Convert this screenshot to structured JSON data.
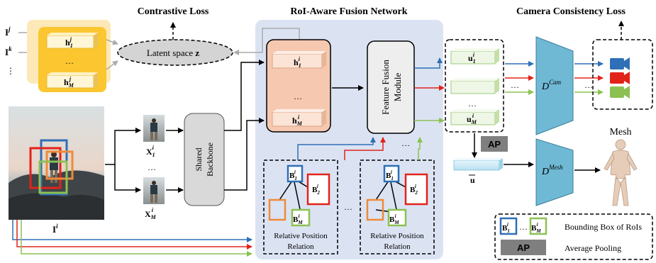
{
  "titles": {
    "contrastive_loss": "Contrastive Loss",
    "roi_fusion": "RoI-Aware Fusion Network",
    "camera_consistency": "Camera Consistency Loss",
    "mesh": "Mesh"
  },
  "inputs": {
    "ij": "I",
    "ij_sup": "j",
    "ik": "I",
    "ik_sup": "k",
    "vdots": "⋮",
    "ii": "I",
    "ii_sup": "i"
  },
  "latent": {
    "label": "Latent space ",
    "z": "z"
  },
  "features_left": {
    "h1": "h",
    "h1_sub": "1",
    "h1_sup": "j",
    "dots": "…",
    "hm": "h",
    "hm_sub": "M",
    "hm_sup": "j"
  },
  "crops": {
    "x1": "X",
    "x1_sub": "1",
    "x1_sup": "i",
    "dots": "…",
    "xm": "X",
    "xm_sub": "M",
    "xm_sup": "i"
  },
  "backbone": {
    "line1": "Shared",
    "line2": "Backbone"
  },
  "features_center": {
    "h1": "h",
    "h1_sub": "1",
    "h1_sup": "i",
    "dots": "…",
    "hm": "h",
    "hm_sub": "M",
    "hm_sup": "i"
  },
  "fusion_module": {
    "line1": "Feature Fusion",
    "line2": "Module",
    "dots": "…"
  },
  "relation": {
    "b1": "B",
    "b1_sub": "1",
    "b1_sup": "i",
    "b2": "B",
    "b2_sub": "2",
    "b2_sup": "i",
    "bm": "B",
    "bm_sub": "M",
    "bm_sup": "i",
    "caption1": "Relative Position",
    "caption2": "Relation",
    "between_dots": "…"
  },
  "outputs_u": {
    "u1": "u",
    "u1_sub": "1",
    "u1_sup": "i",
    "dots": "…",
    "um": "u",
    "um_sub": "M",
    "um_sup": "i"
  },
  "ap": "AP",
  "ubar": "u",
  "dcam": {
    "d": "D",
    "sup": "Cam"
  },
  "dmesh": {
    "d": "D",
    "sup": "Mesh"
  },
  "cam_dots": "…",
  "legend": {
    "b1": "B",
    "b1_sub": "1",
    "b1_sup": "i",
    "dots": "…",
    "bm": "B",
    "bm_sub": "M",
    "bm_sup": "i",
    "bbox_label": "Bounding Box of RoIs",
    "ap": "AP",
    "ap_label": "Average Pooling"
  },
  "colors": {
    "blue": "#2e6fb7",
    "red": "#e2231a",
    "green": "#8cc152",
    "orange": "#ee8b3a",
    "yellow_outer": "#fde9b8",
    "yellow_inner": "#fbc62f",
    "salmon": "#f6c8b0",
    "panel": "#dbe3f3",
    "teal": "#6fb9d5",
    "gray_ap": "#7f7f7f"
  }
}
